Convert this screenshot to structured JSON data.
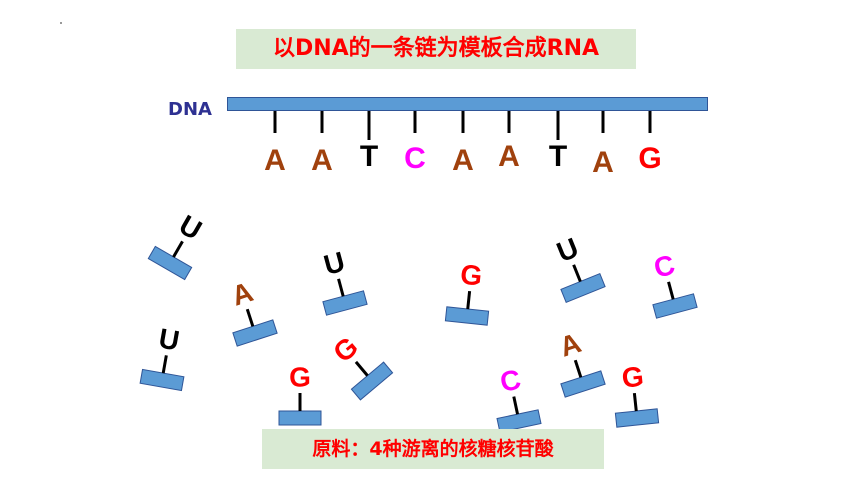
{
  "title": "以DNA的一条链为模板合成RNA",
  "dna_label": "DNA",
  "footer": "原料：4种游离的核糖核苷酸",
  "base_colors": {
    "A": "#a0410d",
    "T": "#000000",
    "C": "#ff00ff",
    "G": "#ff0000",
    "U": "#000000"
  },
  "template_bases": [
    "A",
    "A",
    "T",
    "C",
    "A",
    "A",
    "T",
    "A",
    "G"
  ],
  "free_nucleotides": [
    "U",
    "A",
    "U",
    "G",
    "U",
    "C",
    "U",
    "G",
    "G",
    "C",
    "A",
    "G"
  ]
}
